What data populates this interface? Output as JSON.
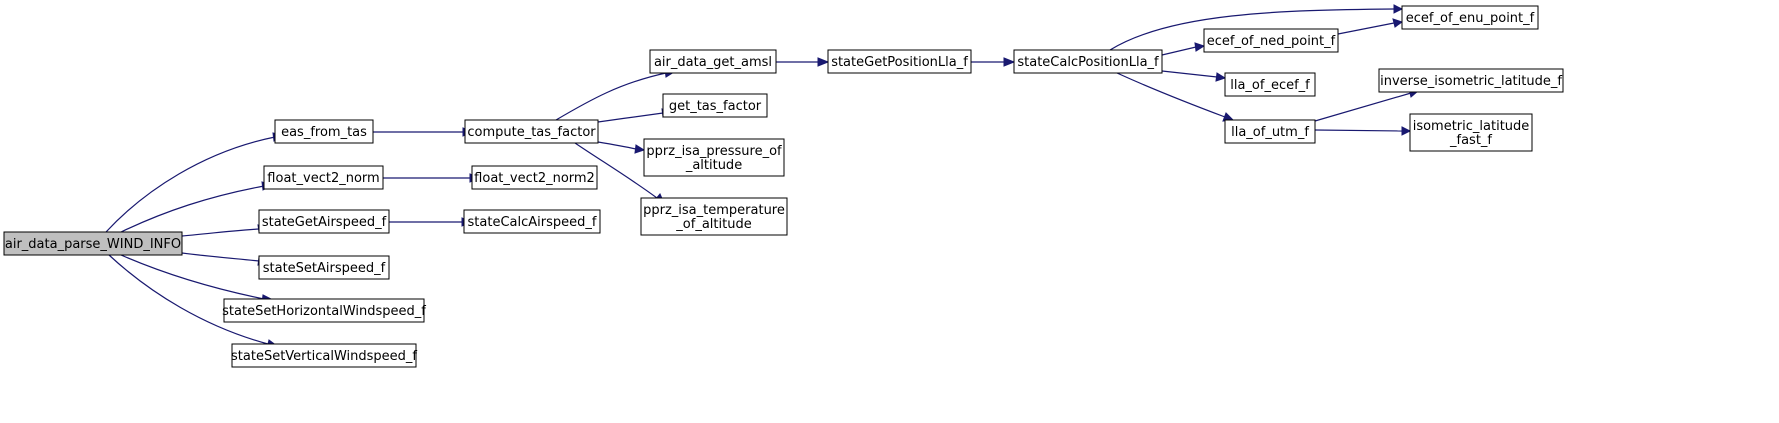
{
  "diagram": {
    "colors": {
      "edge": "#191970",
      "root_fill": "#bfbfbf",
      "node_fill": "#ffffff",
      "border": "#000000"
    },
    "nodes": [
      {
        "id": "root",
        "lines": [
          "air_data_parse_WIND_INFO"
        ],
        "root": true
      },
      {
        "id": "eas",
        "lines": [
          "eas_from_tas"
        ]
      },
      {
        "id": "fv2n",
        "lines": [
          "float_vect2_norm"
        ]
      },
      {
        "id": "sgas",
        "lines": [
          "stateGetAirspeed_f"
        ]
      },
      {
        "id": "ssas",
        "lines": [
          "stateSetAirspeed_f"
        ]
      },
      {
        "id": "sshw",
        "lines": [
          "stateSetHorizontalWindspeed_f"
        ]
      },
      {
        "id": "ssvw",
        "lines": [
          "stateSetVerticalWindspeed_f"
        ]
      },
      {
        "id": "ctf",
        "lines": [
          "compute_tas_factor"
        ]
      },
      {
        "id": "fv2n2",
        "lines": [
          "float_vect2_norm2"
        ]
      },
      {
        "id": "scas",
        "lines": [
          "stateCalcAirspeed_f"
        ]
      },
      {
        "id": "adga",
        "lines": [
          "air_data_get_amsl"
        ]
      },
      {
        "id": "gtf",
        "lines": [
          "get_tas_factor"
        ]
      },
      {
        "id": "ppa",
        "lines": [
          "pprz_isa_pressure_of",
          "_altitude"
        ]
      },
      {
        "id": "pta",
        "lines": [
          "pprz_isa_temperature",
          "_of_altitude"
        ]
      },
      {
        "id": "sgpl",
        "lines": [
          "stateGetPositionLla_f"
        ]
      },
      {
        "id": "scpl",
        "lines": [
          "stateCalcPositionLla_f"
        ]
      },
      {
        "id": "eoenu",
        "lines": [
          "ecef_of_enu_point_f"
        ]
      },
      {
        "id": "eoned",
        "lines": [
          "ecef_of_ned_point_f"
        ]
      },
      {
        "id": "lle",
        "lines": [
          "lla_of_ecef_f"
        ]
      },
      {
        "id": "llu",
        "lines": [
          "lla_of_utm_f"
        ]
      },
      {
        "id": "iil",
        "lines": [
          "inverse_isometric_latitude_f"
        ]
      },
      {
        "id": "ilf",
        "lines": [
          "isometric_latitude",
          "_fast_f"
        ]
      }
    ],
    "edges": [
      {
        "from": "root",
        "to": "eas"
      },
      {
        "from": "root",
        "to": "fv2n"
      },
      {
        "from": "root",
        "to": "sgas"
      },
      {
        "from": "root",
        "to": "ssas"
      },
      {
        "from": "root",
        "to": "sshw"
      },
      {
        "from": "root",
        "to": "ssvw"
      },
      {
        "from": "eas",
        "to": "ctf"
      },
      {
        "from": "fv2n",
        "to": "fv2n2"
      },
      {
        "from": "sgas",
        "to": "scas"
      },
      {
        "from": "ctf",
        "to": "adga"
      },
      {
        "from": "ctf",
        "to": "gtf"
      },
      {
        "from": "ctf",
        "to": "ppa"
      },
      {
        "from": "ctf",
        "to": "pta"
      },
      {
        "from": "adga",
        "to": "sgpl"
      },
      {
        "from": "sgpl",
        "to": "scpl"
      },
      {
        "from": "scpl",
        "to": "eoenu"
      },
      {
        "from": "scpl",
        "to": "eoned"
      },
      {
        "from": "scpl",
        "to": "lle"
      },
      {
        "from": "scpl",
        "to": "llu"
      },
      {
        "from": "eoned",
        "to": "eoenu"
      },
      {
        "from": "llu",
        "to": "iil"
      },
      {
        "from": "llu",
        "to": "ilf"
      }
    ]
  }
}
